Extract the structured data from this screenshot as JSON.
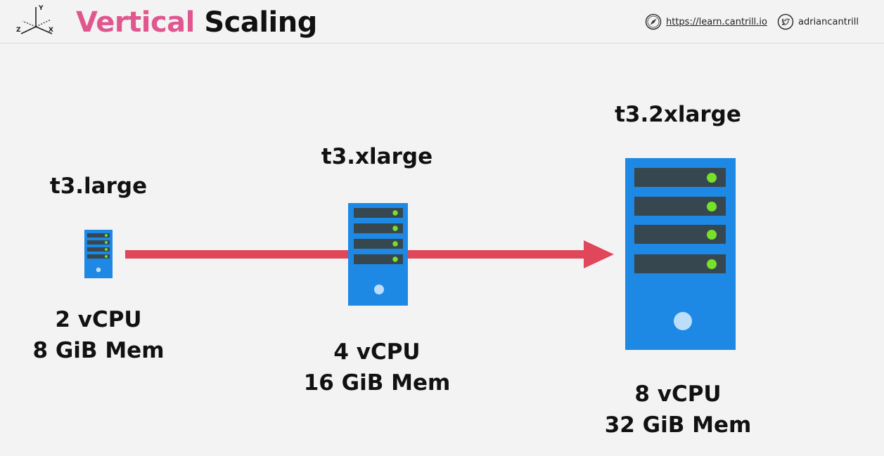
{
  "header": {
    "title_word1": "Vertical",
    "title_word2": "Scaling",
    "axes_labels": {
      "y": "Y",
      "z": "Z",
      "x": "X"
    },
    "website": "https://learn.cantrill.io",
    "twitter": "adriancantrill",
    "title_colors": {
      "accent": "#e0578f",
      "dark": "#111111"
    }
  },
  "instances": [
    {
      "name": "t3.large",
      "cpu": "2 vCPU",
      "mem": "8 GiB Mem"
    },
    {
      "name": "t3.xlarge",
      "cpu": "4 vCPU",
      "mem": "16 GiB Mem"
    },
    {
      "name": "t3.2xlarge",
      "cpu": "8 vCPU",
      "mem": "32 GiB Mem"
    }
  ],
  "colors": {
    "server_body": "#1e88e5",
    "drive_bay": "#37474f",
    "led": "#76e02a",
    "power_button": "#bbdefb",
    "arrow": "#e0475a"
  }
}
